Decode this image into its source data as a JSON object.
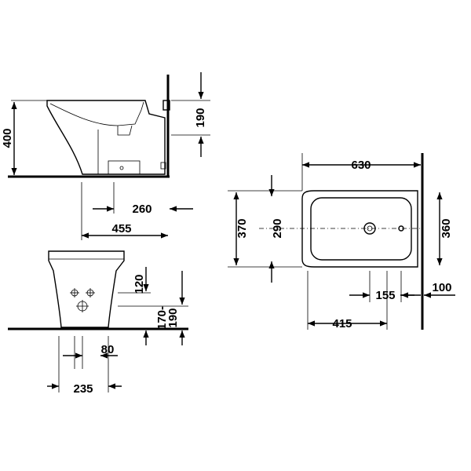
{
  "dimensions": {
    "side_height": "400",
    "side_outlet_height": "190",
    "side_depth_outlet": "260",
    "side_depth_total": "455",
    "front_inlet_height": "120",
    "front_outlet_height_line1": "170-",
    "front_outlet_height_line2": "190",
    "front_inlet_offset": "80",
    "front_width": "235",
    "plan_length": "630",
    "plan_width": "370",
    "plan_bowl_width": "290",
    "plan_fixing_width": "360",
    "plan_fixing_spacing": "155",
    "plan_wall_fixing": "100",
    "plan_fixing_depth": "415"
  },
  "icons": [
    "arrowhead-icon",
    "tap-hole-icon",
    "fixing-hole-icon"
  ]
}
